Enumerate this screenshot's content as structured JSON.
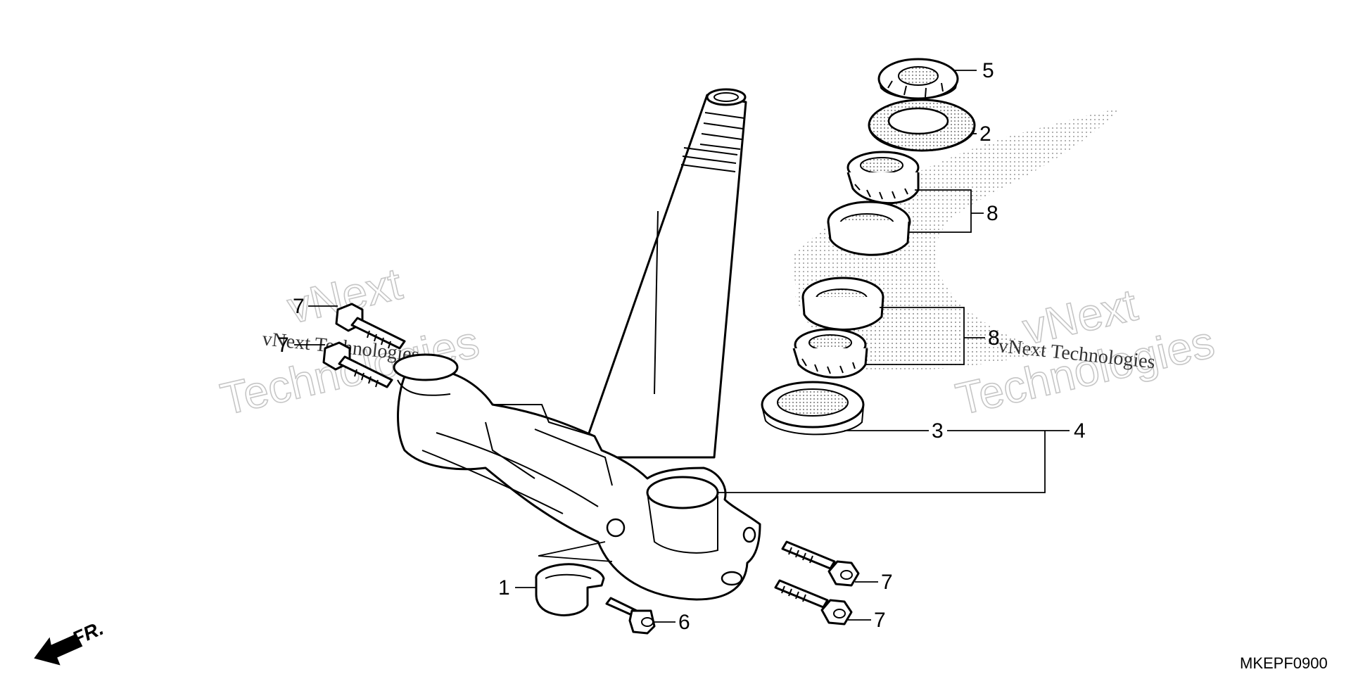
{
  "diagram": {
    "callouts": {
      "c1": "1",
      "c2": "2",
      "c3": "3",
      "c4": "4",
      "c5": "5",
      "c6": "6",
      "c7a": "7",
      "c7b": "7",
      "c7c": "7",
      "c7d": "7",
      "c8a": "8",
      "c8b": "8"
    },
    "front_label": "FR.",
    "diagram_code": "MKEPF0900",
    "watermark": {
      "brand": "vNext",
      "word": "Technologies",
      "caption": "vNext Technologies"
    }
  },
  "colors": {
    "ink": "#000000",
    "watermark": "#c6c6c6",
    "stipple": "#9a9a9a",
    "background": "#ffffff"
  },
  "icons": {
    "front_arrow": "arrow-down-left-icon"
  }
}
